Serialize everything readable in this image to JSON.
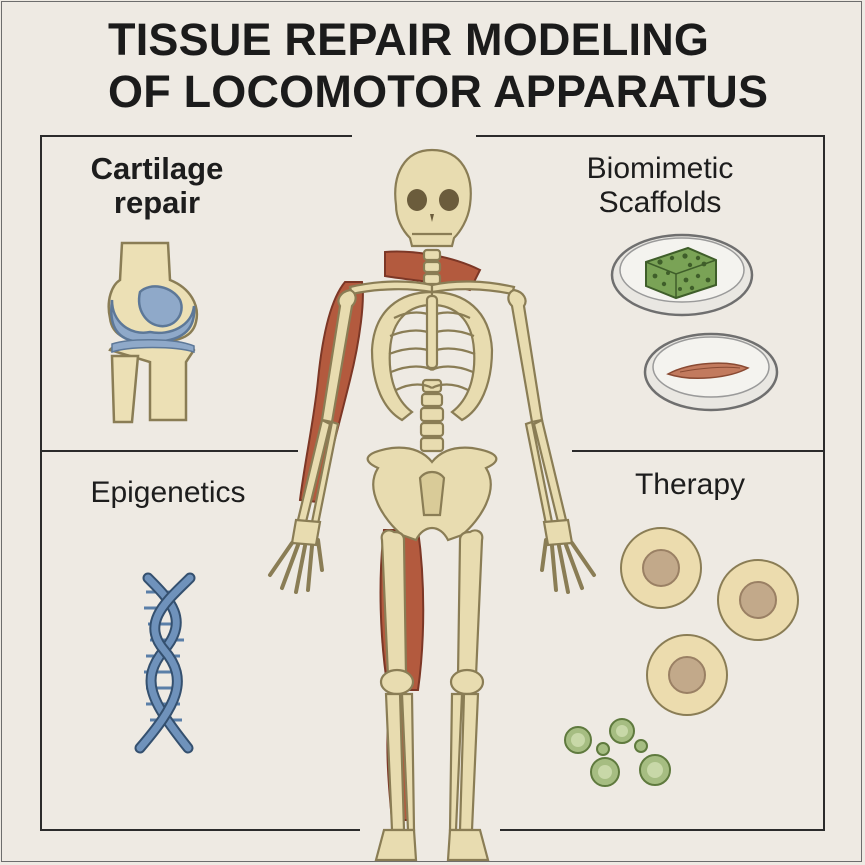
{
  "title": {
    "line1": "TISSUE REPAIR MODELING",
    "line2": "OF LOCOMOTOR APPARATUS"
  },
  "panels": {
    "cartilage": {
      "line1": "Cartilage",
      "line2": "repair"
    },
    "biomimetic": {
      "line1": "Biomimetic",
      "line2": "Scaffolds"
    },
    "epigenetics": {
      "label": "Epigenetics"
    },
    "therapy": {
      "label": "Therapy"
    }
  },
  "colors": {
    "background": "#eeeae3",
    "bone": "#e8dcb0",
    "bone_outline": "#8a7d55",
    "muscle": "#b35a3e",
    "cartilage": "#8fa9c9",
    "scaffold": "#7aa356",
    "dna": "#5a7fa8",
    "cell": "#ecdcae",
    "cell_nucleus": "#c2a98a",
    "small_cell": "#a6bd82"
  },
  "icons": [
    "knee-joint-icon",
    "scaffold-dish-icon",
    "muscle-dish-icon",
    "dna-helix-icon",
    "stem-cell-icon",
    "skeleton-figure"
  ]
}
